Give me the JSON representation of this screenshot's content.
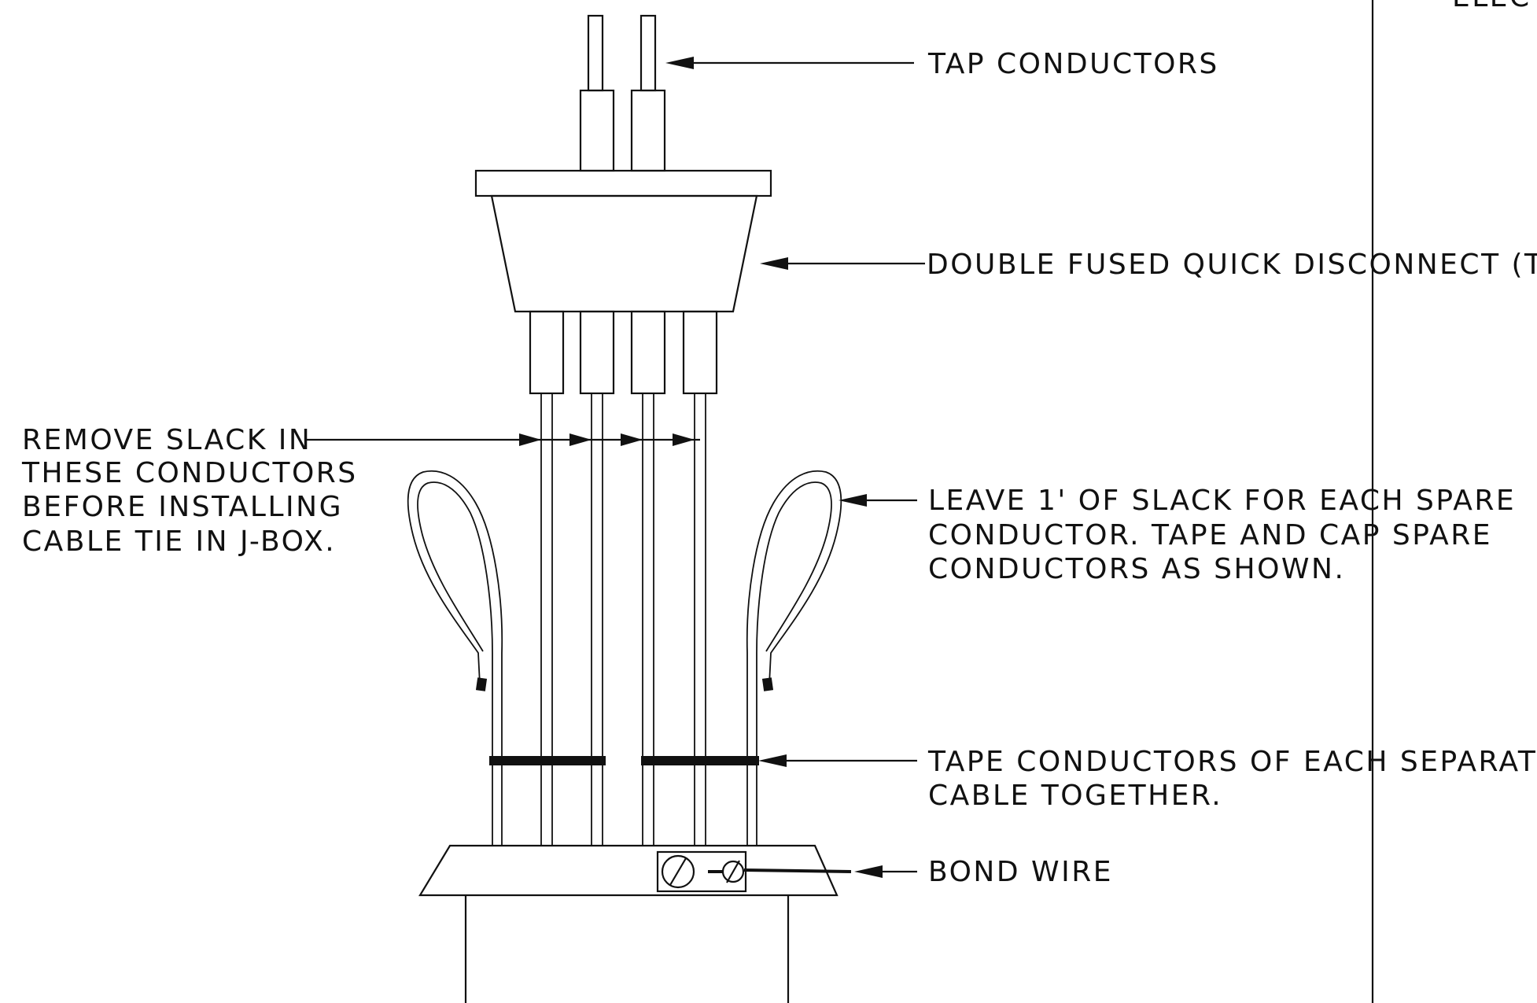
{
  "labels": {
    "tap_conductors": "TAP CONDUCTORS",
    "quick_disconnect": "DOUBLE FUSED QUICK DISCONNECT (TYP",
    "remove_slack": [
      "REMOVE SLACK IN",
      "THESE CONDUCTORS",
      "BEFORE INSTALLING",
      "CABLE TIE IN J-BOX."
    ],
    "leave_slack": [
      "LEAVE 1' OF SLACK FOR EACH SPARE",
      "CONDUCTOR. TAPE AND CAP SPARE",
      "CONDUCTORS AS SHOWN."
    ],
    "tape_conductors": [
      "TAPE CONDUCTORS OF EACH SEPARATE",
      "CABLE TOGETHER."
    ],
    "bond_wire": "BOND WIRE",
    "corner_fragment": "ELEC"
  },
  "colors": {
    "ink": "#111111",
    "paper": "#ffffff"
  }
}
